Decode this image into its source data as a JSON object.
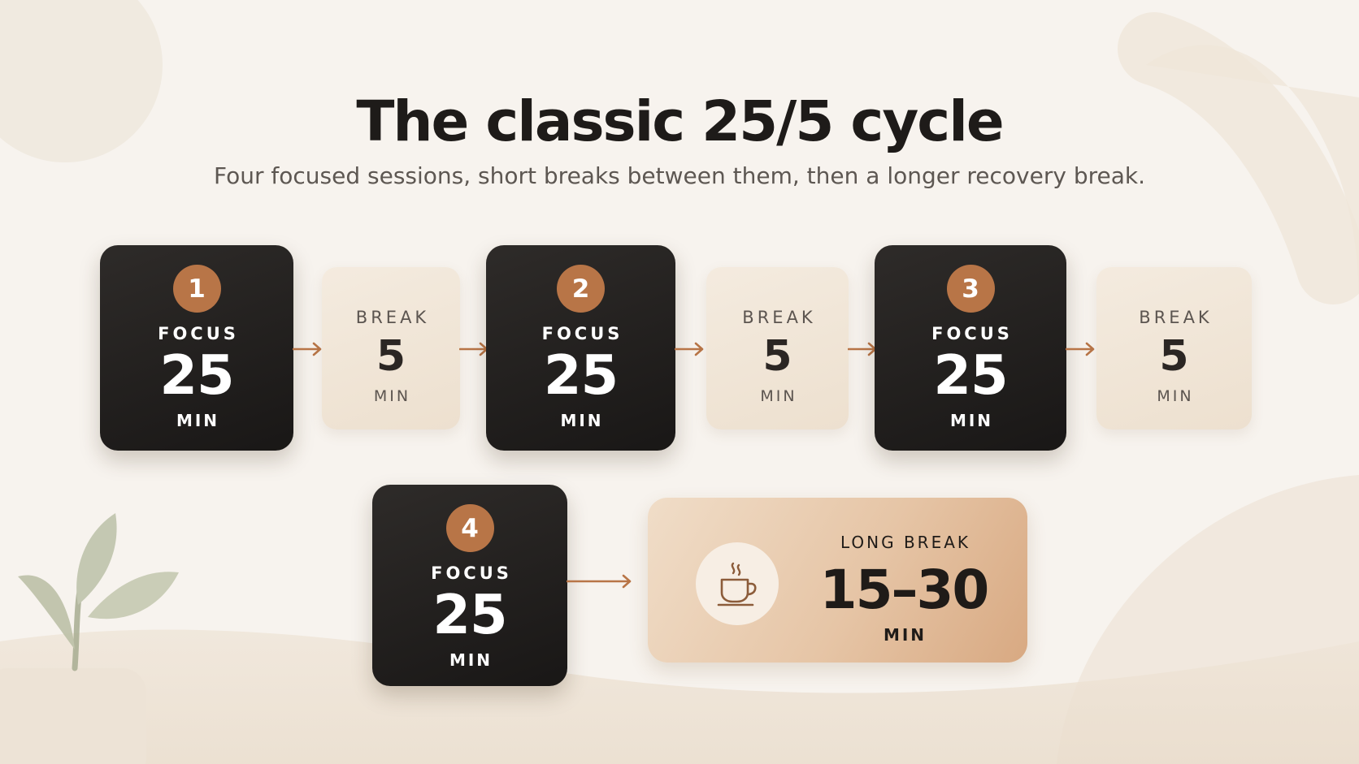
{
  "title": "The classic 25/5 cycle",
  "subtitle": "Four focused sessions, short breaks between them, then a longer recovery break.",
  "colors": {
    "accent": "#b87547",
    "focus_card": "#221f1d",
    "break_card": "#f1e6d9",
    "long_break_card": "#e2bc9a",
    "background": "#f7f3ee"
  },
  "focus_sessions": [
    {
      "number": "1",
      "label": "FOCUS",
      "value": "25",
      "unit": "MIN"
    },
    {
      "number": "2",
      "label": "FOCUS",
      "value": "25",
      "unit": "MIN"
    },
    {
      "number": "3",
      "label": "FOCUS",
      "value": "25",
      "unit": "MIN"
    },
    {
      "number": "4",
      "label": "FOCUS",
      "value": "25",
      "unit": "MIN"
    }
  ],
  "short_breaks": [
    {
      "label": "BREAK",
      "value": "5",
      "unit": "MIN"
    },
    {
      "label": "BREAK",
      "value": "5",
      "unit": "MIN"
    },
    {
      "label": "BREAK",
      "value": "5",
      "unit": "MIN"
    }
  ],
  "long_break": {
    "label": "LONG BREAK",
    "value": "15–30",
    "unit": "MIN",
    "icon": "coffee-cup-icon"
  },
  "icons": {
    "arrow": "arrow-right-icon",
    "plant": "plant-icon"
  }
}
